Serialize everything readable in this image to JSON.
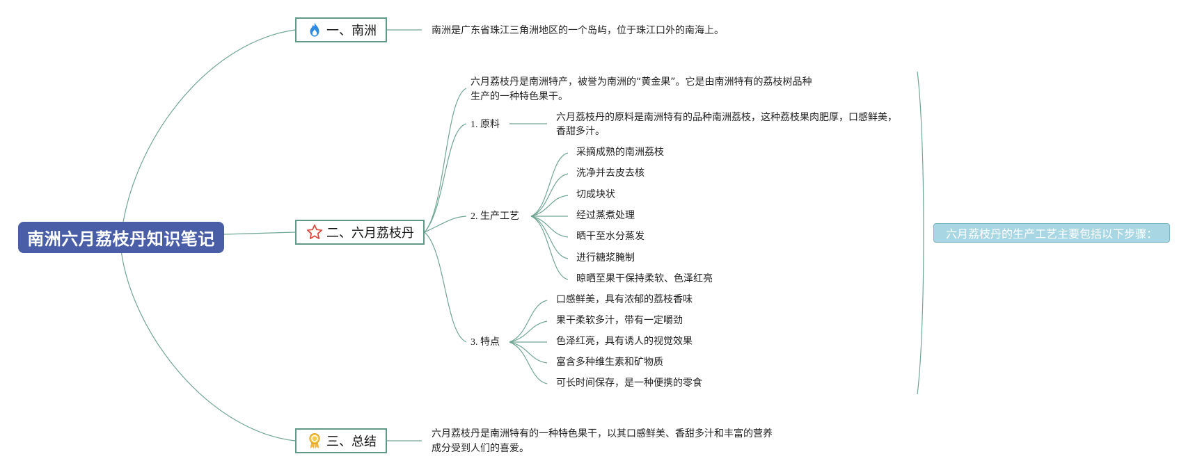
{
  "root": {
    "title": "南洲六月荔枝丹知识笔记"
  },
  "branches": [
    {
      "label": "一、南洲",
      "icon": "fire-icon",
      "note": "南洲是广东省珠江三角洲地区的一个岛屿，位于珠江口外的南海上。"
    },
    {
      "label": "二、六月荔枝丹",
      "icon": "star-icon",
      "intro_line1": "六月荔枝丹是南洲特产，被誉为南洲的“黄金果”。它是由南洲特有的荔枝树品种",
      "intro_line2": "生产的一种特色果干。",
      "subtopics": [
        {
          "label": "1. 原料",
          "detail_line1": "六月荔枝丹的原料是南洲特有的品种南洲荔枝，这种荔枝果肉肥厚，口感鲜美，",
          "detail_line2": "香甜多汁。"
        },
        {
          "label": "2. 生产工艺",
          "steps": [
            "采摘成熟的南洲荔枝",
            "洗净并去皮去核",
            "切成块状",
            "经过蒸煮处理",
            "晒干至水分蒸发",
            "进行糖浆腌制",
            "晾晒至果干保持柔软、色泽红亮"
          ]
        },
        {
          "label": "3. 特点",
          "items": [
            "口感鲜美，具有浓郁的荔枝香味",
            "果干柔软多汁，带有一定嚼劲",
            "色泽红亮，具有诱人的视觉效果",
            "富含多种维生素和矿物质",
            "可长时间保存，是一种便携的零食"
          ]
        }
      ]
    },
    {
      "label": "三、总结",
      "icon": "award-ribbon-icon",
      "note_line1": "六月荔枝丹是南洲特有的一种特色果干，以其口感鲜美、香甜多汁和丰富的营养",
      "note_line2": "成分受到人们的喜爱。"
    }
  ],
  "summary_callout": "六月荔枝丹的生产工艺主要包括以下步骤：",
  "colors": {
    "root_bg": "#4a5ea7",
    "connector": "#6fa593",
    "branch_border": "#5f9a89",
    "callout_bg": "#a9d6e3"
  }
}
